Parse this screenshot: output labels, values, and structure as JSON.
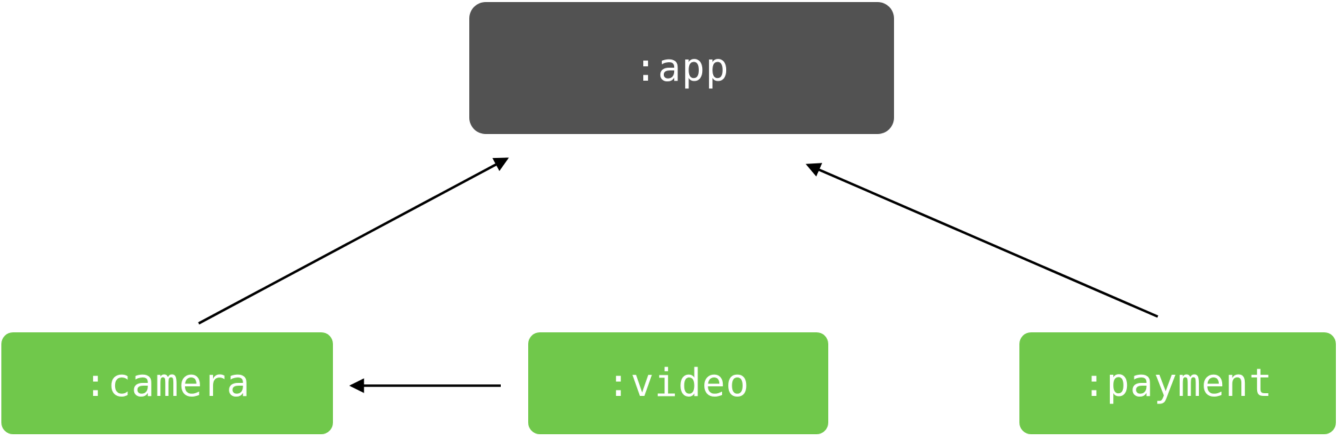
{
  "nodes": {
    "app": {
      "label": ":app",
      "fill": "#525252",
      "text_color": "#ffffff"
    },
    "camera": {
      "label": ":camera",
      "fill": "#70C84B",
      "text_color": "#ffffff"
    },
    "video": {
      "label": ":video",
      "fill": "#70C84B",
      "text_color": "#ffffff"
    },
    "payment": {
      "label": ":payment",
      "fill": "#70C84B",
      "text_color": "#ffffff"
    }
  },
  "edges": [
    {
      "from": ":camera",
      "to": ":app"
    },
    {
      "from": ":payment",
      "to": ":app"
    },
    {
      "from": ":video",
      "to": ":camera"
    }
  ],
  "colors": {
    "edge": "#000000",
    "background": "#ffffff"
  }
}
